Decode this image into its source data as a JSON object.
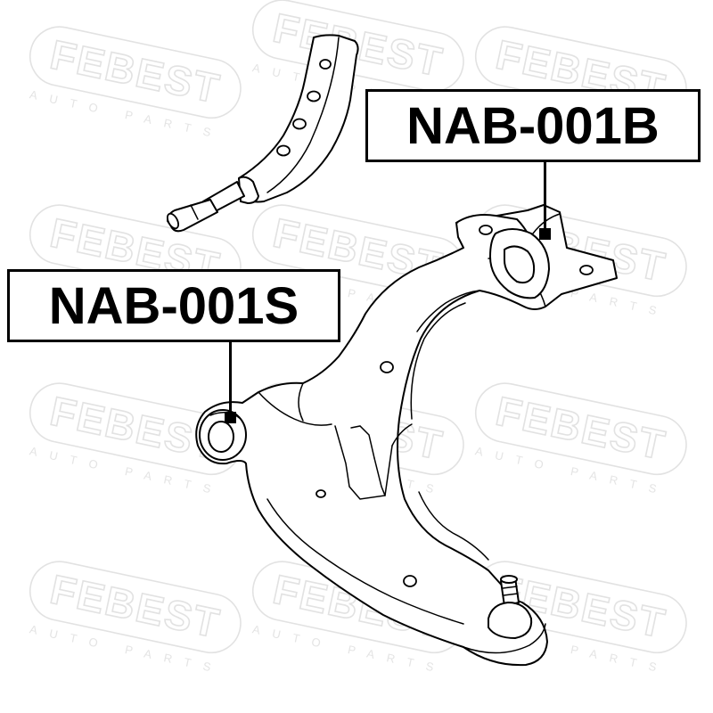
{
  "watermark": {
    "brand": "FEBEST",
    "tagline": "AUTO PARTS",
    "color": "#e2e2e2"
  },
  "labels": {
    "upper_part": "NAB-001B",
    "lower_part": "NAB-001S"
  },
  "colors": {
    "ink": "#000000",
    "background": "#ffffff"
  }
}
